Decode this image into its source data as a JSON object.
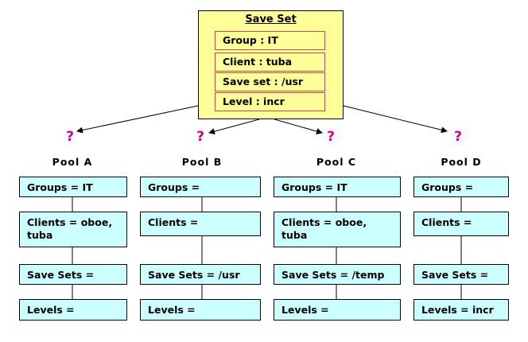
{
  "saveset": {
    "title": "Save Set",
    "attrs": [
      "Group : IT",
      "Client : tuba",
      "Save set : /usr",
      "Level : incr"
    ]
  },
  "question_mark": "?",
  "pools": [
    {
      "label": "Pool A",
      "groups": "Groups = IT",
      "clients": "Clients = oboe,\ntuba",
      "savesets": "Save Sets =",
      "levels": "Levels ="
    },
    {
      "label": "Pool B",
      "groups": "Groups =",
      "clients": "Clients =",
      "savesets": "Save Sets = /usr",
      "levels": "Levels ="
    },
    {
      "label": "Pool C",
      "groups": "Groups = IT",
      "clients": "Clients = oboe,\ntuba",
      "savesets": "Save Sets = /temp",
      "levels": "Levels ="
    },
    {
      "label": "Pool D",
      "groups": "Groups =",
      "clients": "Clients =",
      "savesets": "Save Sets =",
      "levels": "Levels = incr"
    }
  ],
  "colors": {
    "saveset_fill": "#ffff99",
    "attr_border": "#c0504d",
    "pool_fill": "#ccffff",
    "question": "#cc0099"
  }
}
